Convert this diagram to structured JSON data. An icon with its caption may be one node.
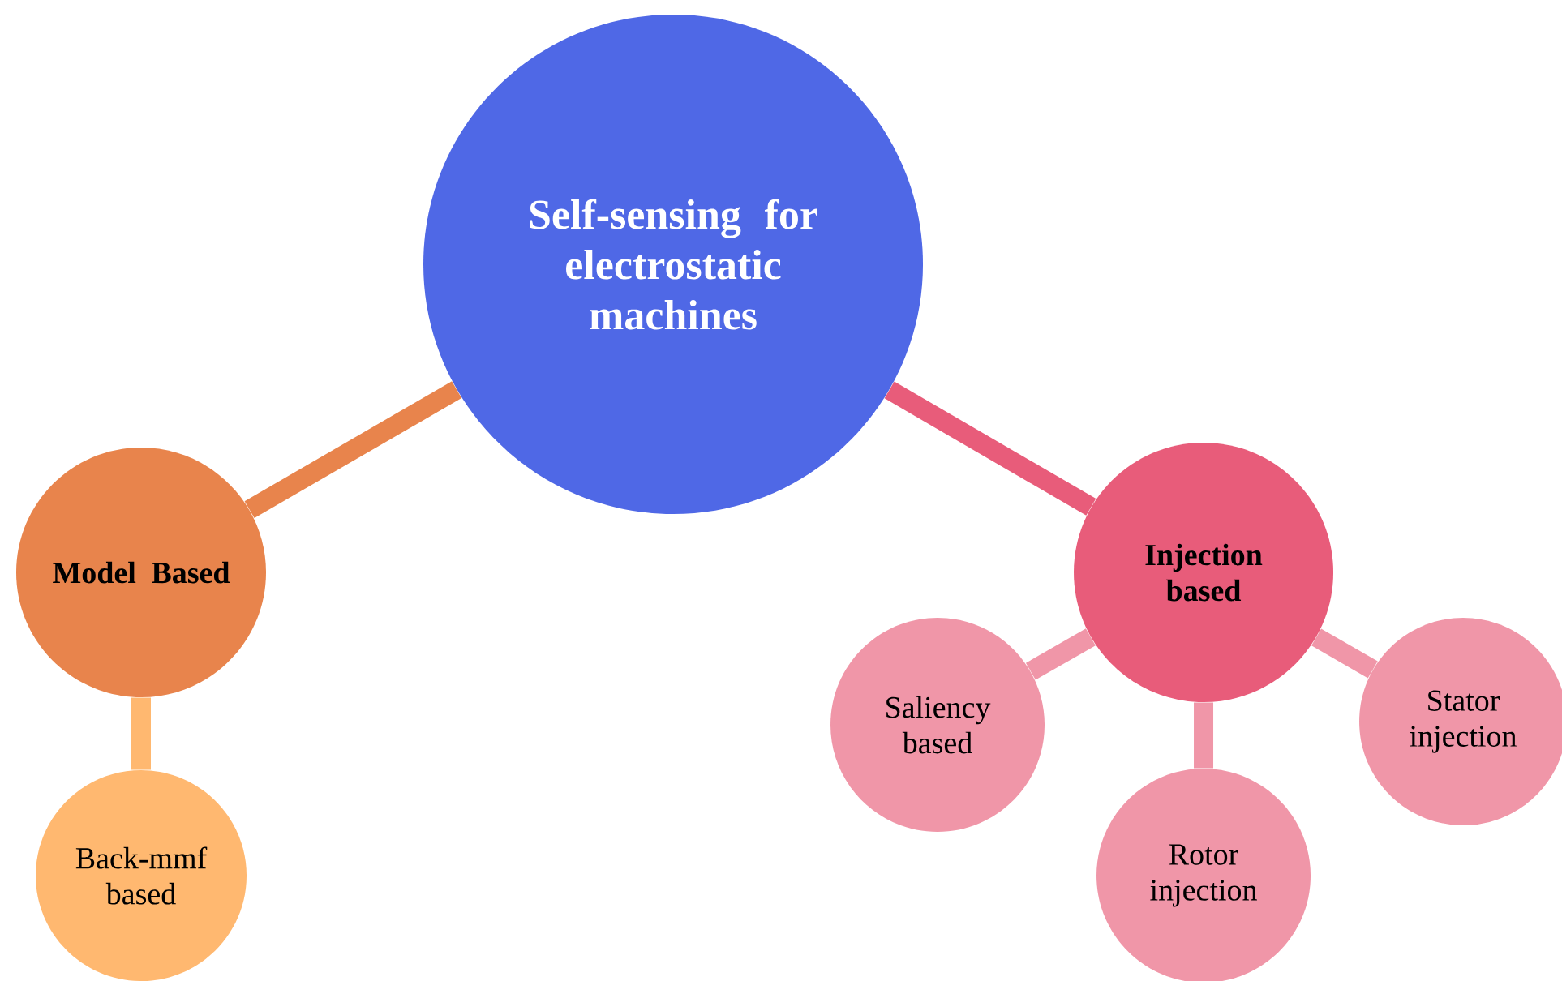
{
  "diagram": {
    "nodes": [
      {
        "text": [
          "Self-sensing for electrostatic machines"
        ]
      },
      {
        "text": [
          "Model Based"
        ]
      },
      {
        "text": [
          "Back-mmf based"
        ]
      },
      {
        "text": [
          "Injection based"
        ]
      },
      {
        "text": [
          "Saliency based"
        ]
      },
      {
        "text": [
          "Rotor injection"
        ]
      },
      {
        "text": [
          "Stator injection"
        ]
      }
    ],
    "edges": [
      {
        "from": 0,
        "to": 1,
        "arrow": "none",
        "color": "#e8844c"
      },
      {
        "from": 1,
        "to": 2,
        "arrow": "none",
        "color": "#ffb870"
      },
      {
        "from": 0,
        "to": 3,
        "arrow": "none",
        "color": "#e85c7a"
      },
      {
        "from": 3,
        "to": 4,
        "arrow": "none"
      },
      {
        "from": 3,
        "to": 5,
        "arrow": "none"
      },
      {
        "from": 3,
        "to": 6,
        "arrow": "none"
      }
    ]
  }
}
